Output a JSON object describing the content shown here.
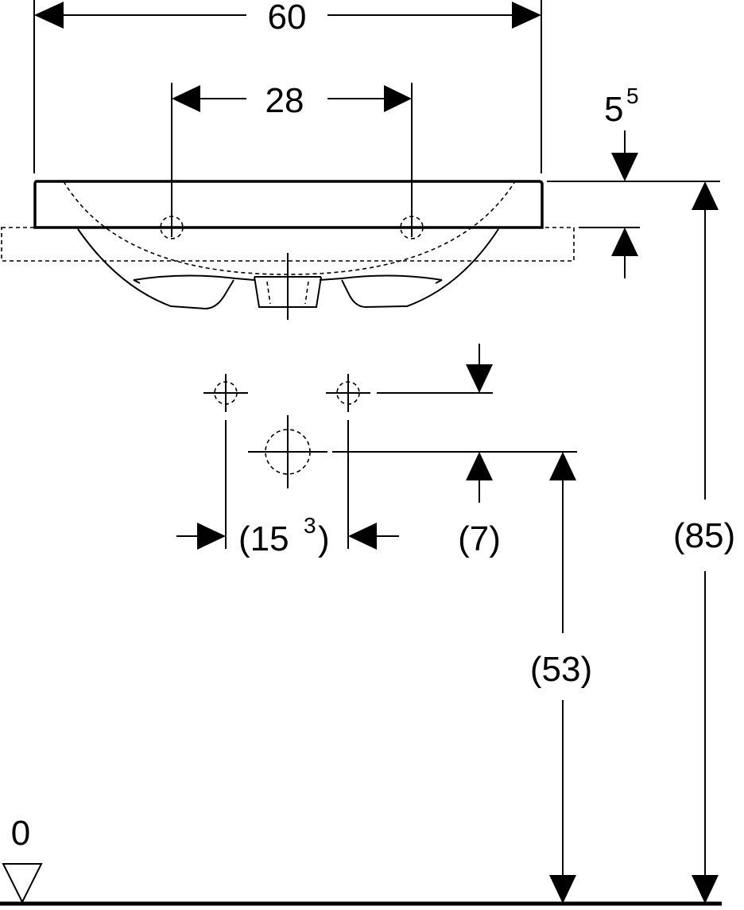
{
  "dimensions": {
    "overall_width": "60",
    "tap_hole_spacing": "28",
    "rim_thickness_main": "5",
    "rim_thickness_sup": "5",
    "fitting_spacing_main": "(15",
    "fitting_spacing_sup": "3",
    "fitting_spacing_close": ")",
    "waste_offset": "(7)",
    "waste_height": "(53)",
    "rim_height": "(85)",
    "floor_level": "0"
  }
}
